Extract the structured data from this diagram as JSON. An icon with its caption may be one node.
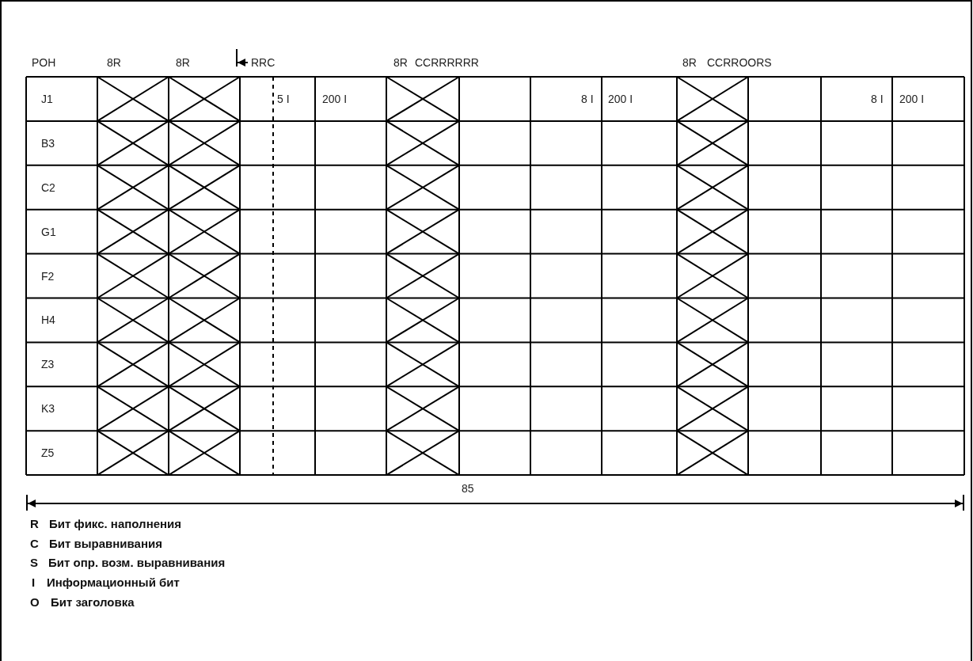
{
  "diagram": {
    "labels": [
      "POH",
      "8R",
      "8R",
      "RRC",
      "8R",
      "CCRRRRRR",
      "8R",
      "CCRROORS",
      "J1",
      "5 I",
      "200 I",
      "8 I",
      "200 I",
      "8 I",
      "200 I",
      "B3",
      "C2",
      "G1",
      "F2",
      "H4",
      "Z3",
      "K3",
      "Z5",
      "85",
      "R",
      "Бит фикс. наполнения",
      "C",
      "Бит выравнивания",
      "S",
      "Бит опр. возм. выравнивания",
      "I",
      "Информационный бит",
      "O",
      "Бит заголовка"
    ]
  }
}
